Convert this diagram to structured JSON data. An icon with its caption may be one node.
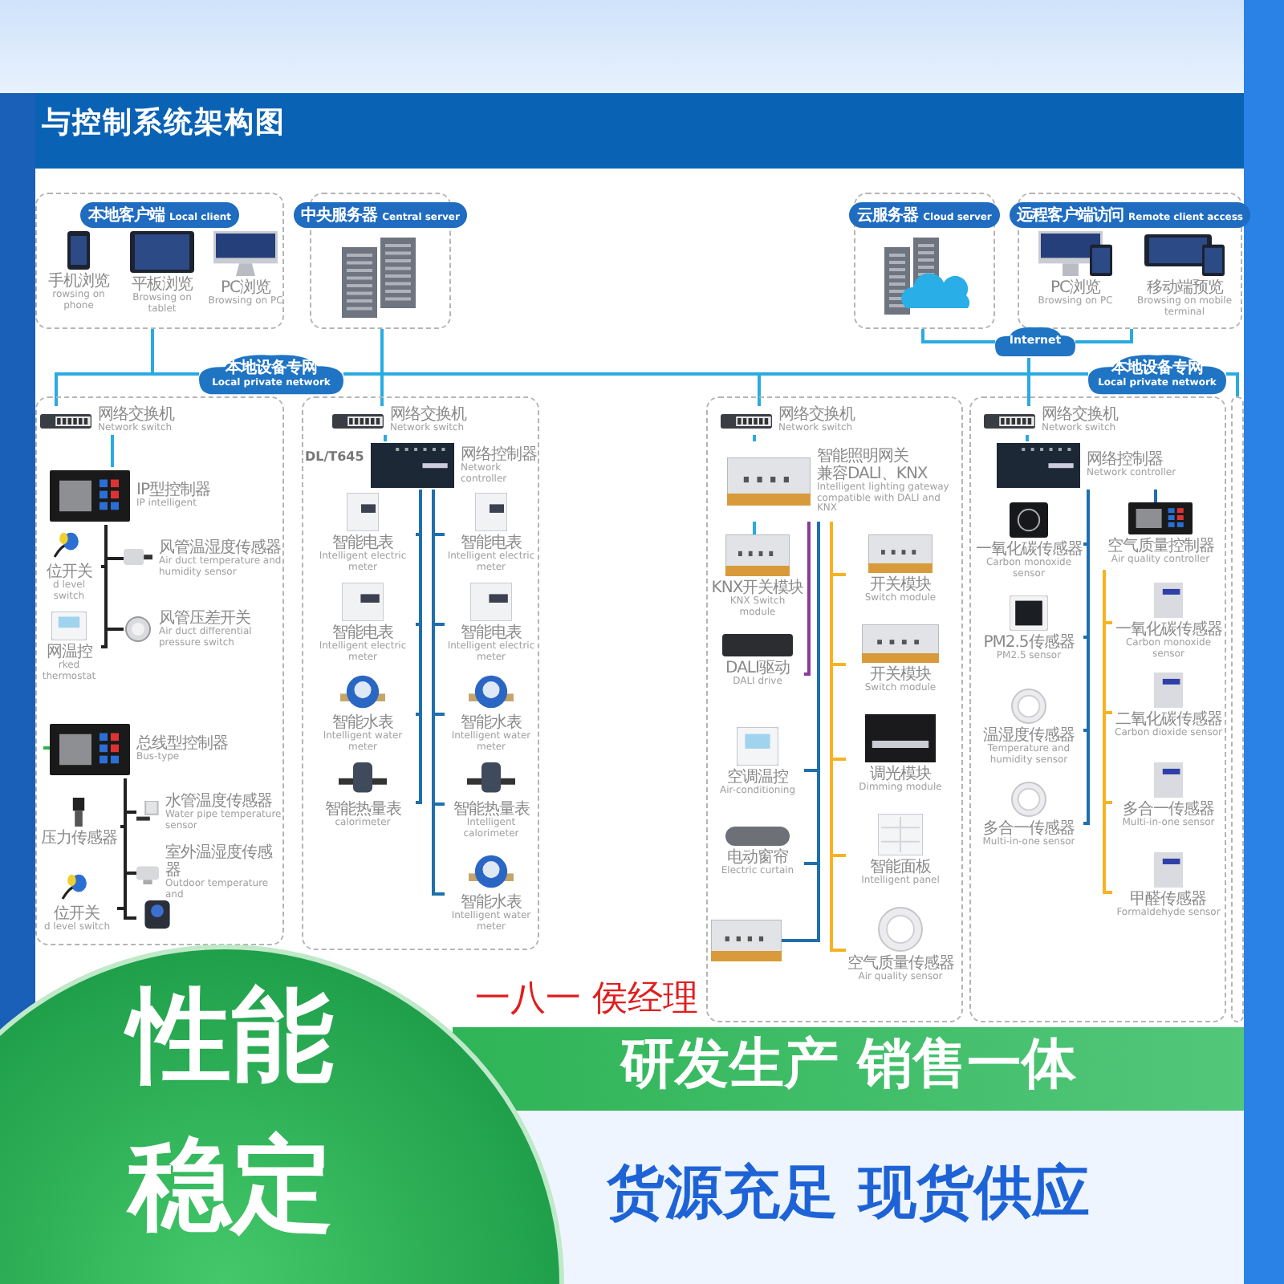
{
  "diagram": {
    "title": "与控制系统架构图",
    "nodes": [
      {
        "text": [
          "本地客户端",
          "Local client"
        ]
      },
      {
        "text": [
          "手机浏览",
          "rowsing on phone"
        ],
        "in": 0
      },
      {
        "text": [
          "平板浏览",
          "Browsing on tablet"
        ],
        "in": 0
      },
      {
        "text": [
          "PC浏览",
          "Browsing on PC"
        ],
        "in": 0
      },
      {
        "text": [
          "中央服务器",
          "Central server"
        ]
      },
      {
        "text": [
          "云服务器",
          "Cloud server"
        ]
      },
      {
        "text": [
          "远程客户端访问",
          "Remote client access"
        ]
      },
      {
        "text": [
          "PC浏览",
          "Browsing on PC"
        ],
        "in": 6
      },
      {
        "text": [
          "移动端预览",
          "Browsing on mobile terminal"
        ],
        "in": 6
      },
      {
        "text": [
          "Internet"
        ]
      },
      {
        "text": [
          "本地设备专网",
          "Local private network"
        ]
      },
      {
        "text": [
          "本地设备专网",
          "Local private network"
        ]
      },
      {
        "text": [],
        "shape": "box"
      },
      {
        "text": [
          "网络交换机",
          "Network switch"
        ],
        "in": 12
      },
      {
        "text": [
          "IP型控制器",
          "IP intelligent"
        ],
        "in": 12
      },
      {
        "text": [
          "风管温湿度传感器",
          "Air duct temperature and humidity sensor"
        ],
        "in": 12
      },
      {
        "text": [
          "位开关",
          "d level switch"
        ],
        "in": 12
      },
      {
        "text": [
          "风管压差开关",
          "Air duct differential pressure switch"
        ],
        "in": 12
      },
      {
        "text": [
          "网温控",
          "rked thermostat"
        ],
        "in": 12
      },
      {
        "text": [
          "总线型控制器",
          "Bus-type"
        ],
        "in": 12
      },
      {
        "text": [
          "水管温度传感器",
          "Water pipe temperature sensor"
        ],
        "in": 12
      },
      {
        "text": [
          "压力传感器"
        ],
        "in": 12
      },
      {
        "text": [
          "室外温湿度传感器",
          "Outdoor temperature and"
        ],
        "in": 12
      },
      {
        "text": [],
        "shape": "picture",
        "in": 12
      },
      {
        "text": [
          "位开关",
          "d level switch"
        ],
        "in": 12
      },
      {
        "text": [],
        "shape": "box"
      },
      {
        "text": [
          "网络交换机",
          "Network switch"
        ],
        "in": 25
      },
      {
        "text": [
          "网络控制器",
          "Network controller"
        ],
        "in": 25
      },
      {
        "text": [
          "智能电表",
          "Intelligent electric meter"
        ],
        "in": 25
      },
      {
        "text": [
          "智能电表",
          "Intelligent electric meter"
        ],
        "in": 25
      },
      {
        "text": [
          "智能电表",
          "Intelligent electric meter"
        ],
        "in": 25
      },
      {
        "text": [
          "智能电表",
          "Intelligent electric meter"
        ],
        "in": 25
      },
      {
        "text": [
          "智能水表",
          "Intelligent water meter"
        ],
        "in": 25
      },
      {
        "text": [
          "智能水表",
          "Intelligent water meter"
        ],
        "in": 25
      },
      {
        "text": [
          "智能热量表",
          "calorimeter"
        ],
        "in": 25
      },
      {
        "text": [
          "智能热量表",
          "Intelligent calorimeter"
        ],
        "in": 25
      },
      {
        "text": [
          "智能水表",
          "Intelligent water meter"
        ],
        "in": 25
      },
      {
        "text": [],
        "shape": "box"
      },
      {
        "text": [
          "网络交换机",
          "Network switch"
        ],
        "in": 37
      },
      {
        "text": [
          "智能照明网关",
          "兼容DALI、KNX",
          "Intelligent lighting gateway compatible with DALI and KNX"
        ],
        "in": 37
      },
      {
        "text": [
          "KNX开关模块",
          "KNX Switch module"
        ],
        "in": 37
      },
      {
        "text": [
          "DALI驱动",
          "DALI drive"
        ],
        "in": 37
      },
      {
        "text": [
          "空调温控",
          "Air-conditioning"
        ],
        "in": 37
      },
      {
        "text": [
          "电动窗帘",
          "Electric curtain"
        ],
        "in": 37
      },
      {
        "text": [],
        "shape": "picture",
        "in": 37
      },
      {
        "text": [
          "开关模块",
          "Switch module"
        ],
        "in": 37
      },
      {
        "text": [
          "开关模块",
          "Switch module"
        ],
        "in": 37
      },
      {
        "text": [
          "调光模块",
          "Dimming module"
        ],
        "in": 37
      },
      {
        "text": [
          "智能面板",
          "Intelligent panel"
        ],
        "in": 37
      },
      {
        "text": [
          "空气质量传感器",
          "Air quality sensor"
        ],
        "in": 37
      },
      {
        "text": [],
        "shape": "box"
      },
      {
        "text": [
          "网络交换机",
          "Network switch"
        ],
        "in": 50
      },
      {
        "text": [
          "网络控制器",
          "Network controller"
        ],
        "in": 50
      },
      {
        "text": [
          "一氧化碳传感器",
          "Carbon monoxide sensor"
        ],
        "in": 50
      },
      {
        "text": [
          "PM2.5传感器",
          "PM2.5 sensor"
        ],
        "in": 50
      },
      {
        "text": [
          "温湿度传感器",
          "Temperature and humidity sensor"
        ],
        "in": 50
      },
      {
        "text": [
          "多合一传感器",
          "Multi-in-one sensor"
        ],
        "in": 50
      },
      {
        "text": [
          "空气质量控制器",
          "Air quality controller"
        ],
        "in": 50
      },
      {
        "text": [
          "一氧化碳传感器",
          "Carbon monoxide sensor"
        ],
        "in": 50
      },
      {
        "text": [
          "二氧化碳传感器",
          "Carbon dioxide sensor"
        ],
        "in": 50
      },
      {
        "text": [
          "多合一传感器",
          "Multi-in-one sensor"
        ],
        "in": 50
      },
      {
        "text": [
          "甲醛传感器",
          "Formaldehyde sensor"
        ],
        "in": 50
      },
      {
        "text": [],
        "shape": "box"
      }
    ],
    "edges": [
      {
        "from": 10,
        "to": 0,
        "arrow": "none",
        "color": "#29abe2"
      },
      {
        "from": 10,
        "to": 4,
        "arrow": "none",
        "color": "#29abe2"
      },
      {
        "from": 10,
        "to": 26,
        "arrow": "none",
        "color": "#29abe2"
      },
      {
        "from": 10,
        "to": 13,
        "arrow": "none",
        "color": "#29abe2"
      },
      {
        "from": 10,
        "to": 38,
        "arrow": "none",
        "color": "#29abe2"
      },
      {
        "from": 10,
        "to": 11,
        "arrow": "none",
        "color": "#29abe2"
      },
      {
        "from": 11,
        "to": 62,
        "arrow": "none",
        "color": "#29abe2"
      },
      {
        "from": 9,
        "to": 5,
        "arrow": "none",
        "color": "#29abe2"
      },
      {
        "from": 9,
        "to": 6,
        "arrow": "none",
        "color": "#29abe2"
      },
      {
        "from": 9,
        "to": 51,
        "arrow": "none",
        "color": "#29abe2"
      },
      {
        "from": 13,
        "to": 14,
        "arrow": "none",
        "color": "#29abe2"
      },
      {
        "from": 14,
        "to": 16,
        "arrow": "none",
        "color": "#222222"
      },
      {
        "from": 14,
        "to": 15,
        "arrow": "none",
        "color": "#222222"
      },
      {
        "from": 14,
        "to": 18,
        "arrow": "none",
        "color": "#222222"
      },
      {
        "from": 14,
        "to": 17,
        "arrow": "none",
        "color": "#222222"
      },
      {
        "from": null,
        "to": 19,
        "arrow": "none",
        "color": "#2db34a"
      },
      {
        "from": 19,
        "to": 21,
        "arrow": "none",
        "color": "#222222"
      },
      {
        "from": 19,
        "to": 20,
        "arrow": "none",
        "color": "#222222"
      },
      {
        "from": 19,
        "to": 22,
        "arrow": "none",
        "color": "#222222"
      },
      {
        "from": 19,
        "to": 23,
        "arrow": "none",
        "color": "#222222"
      },
      {
        "from": 19,
        "to": 24,
        "arrow": "none",
        "color": "#222222"
      },
      {
        "from": 26,
        "to": 27,
        "arrow": "none",
        "color": "#29abe2"
      },
      {
        "from": 27,
        "to": 28,
        "arrow": "none"
      },
      {
        "from": 27,
        "to": 30,
        "arrow": "none"
      },
      {
        "from": 27,
        "to": 32,
        "arrow": "none"
      },
      {
        "from": 27,
        "to": 34,
        "arrow": "none"
      },
      {
        "from": 27,
        "to": 29,
        "arrow": "none"
      },
      {
        "from": 27,
        "to": 31,
        "arrow": "none"
      },
      {
        "from": 27,
        "to": 33,
        "arrow": "none"
      },
      {
        "from": 27,
        "to": 35,
        "arrow": "none"
      },
      {
        "from": 27,
        "to": 36,
        "arrow": "none"
      },
      {
        "from": 38,
        "to": 39,
        "arrow": "none",
        "color": "#29abe2"
      },
      {
        "from": 39,
        "to": 40,
        "arrow": "none",
        "color": "#29abe2"
      },
      {
        "from": 39,
        "to": 41,
        "arrow": "none",
        "color": "#8e3a9d"
      },
      {
        "from": 39,
        "to": 42,
        "arrow": "none"
      },
      {
        "from": 39,
        "to": 43,
        "arrow": "none"
      },
      {
        "from": 39,
        "to": 44,
        "arrow": "none"
      },
      {
        "from": 39,
        "to": 45,
        "arrow": "none",
        "color": "#f5b324"
      },
      {
        "from": 39,
        "to": 46,
        "arrow": "none",
        "color": "#f5b324"
      },
      {
        "from": 39,
        "to": 47,
        "arrow": "none",
        "color": "#f5b324"
      },
      {
        "from": 39,
        "to": 48,
        "arrow": "none",
        "color": "#f5b324"
      },
      {
        "from": 39,
        "to": 49,
        "arrow": "none",
        "color": "#f5b324"
      },
      {
        "from": 51,
        "to": 52,
        "arrow": "none",
        "color": "#29abe2"
      },
      {
        "from": 52,
        "to": 53,
        "arrow": "none"
      },
      {
        "from": 52,
        "to": 54,
        "arrow": "none"
      },
      {
        "from": 52,
        "to": 55,
        "arrow": "none"
      },
      {
        "from": 52,
        "to": 56,
        "arrow": "none"
      },
      {
        "from": 52,
        "to": 57,
        "arrow": "none"
      },
      {
        "from": 57,
        "to": 58,
        "arrow": "none",
        "color": "#f5b324"
      },
      {
        "from": 57,
        "to": 59,
        "arrow": "none",
        "color": "#f5b324"
      },
      {
        "from": 57,
        "to": 60,
        "arrow": "none",
        "color": "#f5b324"
      },
      {
        "from": 57,
        "to": 61,
        "arrow": "none",
        "color": "#f5b324"
      }
    ],
    "labels": [
      "DL/T645",
      "一八一 侯经理",
      "性能稳定",
      "研发生产 销售一体",
      "货源充足 现货供应"
    ]
  }
}
